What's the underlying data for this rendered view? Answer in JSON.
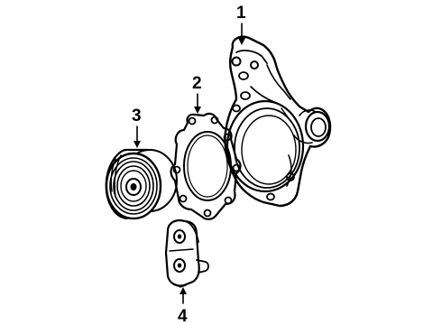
{
  "diagram": {
    "callouts": [
      {
        "id": "1",
        "label": "1",
        "part": "water-pump-housing"
      },
      {
        "id": "2",
        "label": "2",
        "part": "gasket"
      },
      {
        "id": "3",
        "label": "3",
        "part": "pulley"
      },
      {
        "id": "4",
        "label": "4",
        "part": "bracket"
      }
    ],
    "colors": {
      "ink": "#000000",
      "background": "#ffffff"
    }
  }
}
